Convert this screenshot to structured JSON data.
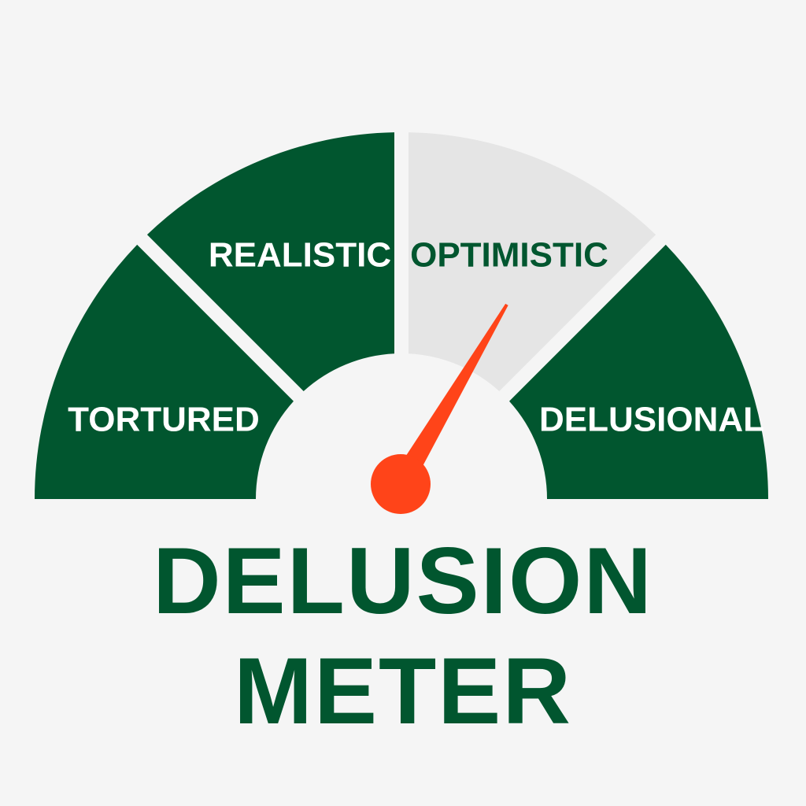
{
  "gauge": {
    "title": "DELUSION METER",
    "segments": [
      {
        "label": "TORTURED",
        "color": "#01562f",
        "text_color": "#ffffff"
      },
      {
        "label": "REALISTIC",
        "color": "#01562f",
        "text_color": "#ffffff"
      },
      {
        "label": "OPTIMISTIC",
        "color": "#e5e5e5",
        "text_color": "#01562f"
      },
      {
        "label": "DELUSIONAL",
        "color": "#01562f",
        "text_color": "#ffffff"
      }
    ],
    "needle_level": 0.67,
    "needle_color": "#ff4419",
    "background_color": "#f5f5f5",
    "title_color": "#01562f"
  }
}
